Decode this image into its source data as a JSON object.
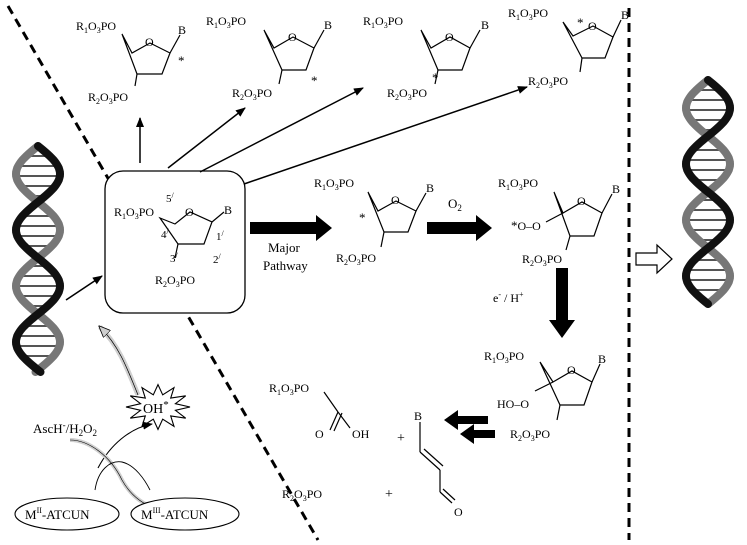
{
  "colors": {
    "ink": "#000000",
    "helix_dark": "#111111",
    "helix_grey": "#777777",
    "rung": "#555555",
    "curve_arrow_fill": "#cfcfcf"
  },
  "icons": {
    "left_helix": "dna-double-helix-icon",
    "right_helix": "dna-double-helix-icon",
    "burst": "hydroxyl-radical-burst-icon"
  },
  "labels": {
    "major": "Major",
    "pathway": "Pathway",
    "o2": "O",
    "o2_sub": "2",
    "e_h": "e",
    "e_h_sup": "-",
    "e_h_rest": " / H",
    "e_h_sup2": "+",
    "asc": "AscH",
    "asc_sup": "-",
    "asc_rest": "/H",
    "asc_sub": "2",
    "asc_o": "O",
    "asc_sub2": "2",
    "oh": "OH",
    "oh_star": "*",
    "m2": "M",
    "m2_sup": "II",
    "m2_rest": "-ATCUN",
    "m3": "M",
    "m3_sup": "III",
    "m3_rest": "-ATCUN"
  },
  "chem": {
    "r1": "R",
    "r1_sub": "1",
    "o3": "O",
    "o3_sub": "3",
    "po": "PO",
    "r2": "R",
    "r2_sub": "2",
    "b": "B",
    "o": "O",
    "star": "*",
    "n1": "1",
    "n2": "2",
    "n3": "3",
    "n4": "4",
    "n5": "5",
    "prime": "/",
    "oo": "O–O",
    "hoo": "HO–O",
    "oh": "OH",
    "plus": "+"
  }
}
